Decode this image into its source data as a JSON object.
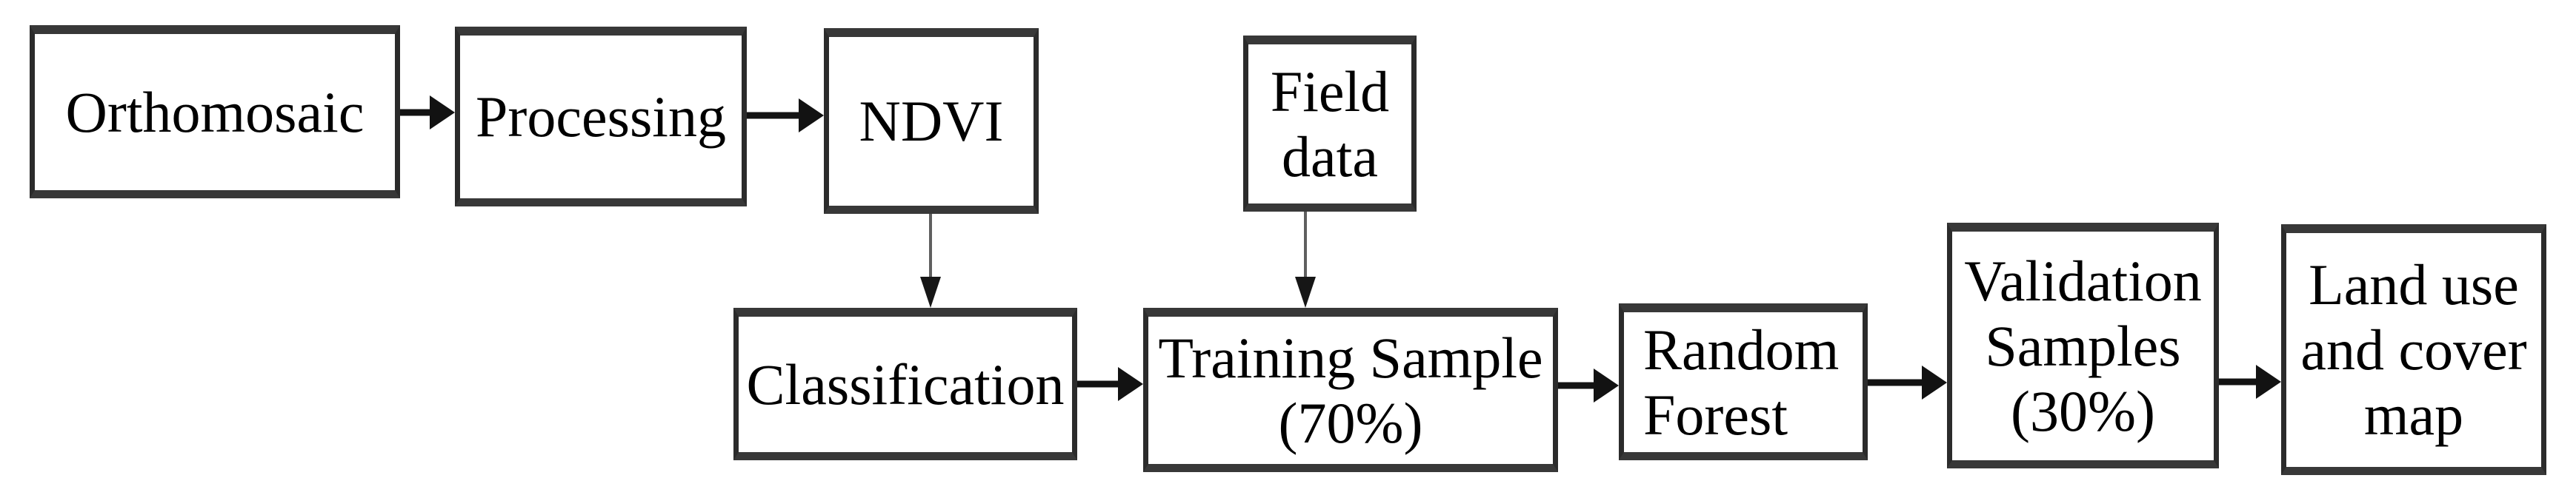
{
  "figure": {
    "type": "flowchart",
    "background_color": "#ffffff",
    "node_fill_color": "#ffffff",
    "node_border_color": "#2b2b2b",
    "text_color": "#000000",
    "arrow_color": "#121212",
    "vertical_connector_color": "#5f5f5f",
    "nodes": [
      {
        "id": "orthomosaic",
        "label": "Orthomosaic"
      },
      {
        "id": "processing",
        "label": "Processing"
      },
      {
        "id": "ndvi",
        "label": "NDVI"
      },
      {
        "id": "field-data",
        "label": "Field\ndata"
      },
      {
        "id": "classification",
        "label": "Classification"
      },
      {
        "id": "training-sample",
        "label": "Training Sample\n(70%)"
      },
      {
        "id": "random-forest",
        "label": "Random\nForest"
      },
      {
        "id": "validation-samples",
        "label": "Validation\nSamples\n(30%)"
      },
      {
        "id": "land-use-cover-map",
        "label": "Land use\nand cover\nmap"
      }
    ],
    "edges": [
      {
        "from": "orthomosaic",
        "to": "processing"
      },
      {
        "from": "processing",
        "to": "ndvi"
      },
      {
        "from": "ndvi",
        "to": "classification"
      },
      {
        "from": "field-data",
        "to": "training-sample"
      },
      {
        "from": "classification",
        "to": "training-sample"
      },
      {
        "from": "training-sample",
        "to": "random-forest"
      },
      {
        "from": "random-forest",
        "to": "validation-samples"
      },
      {
        "from": "validation-samples",
        "to": "land-use-cover-map"
      }
    ]
  }
}
